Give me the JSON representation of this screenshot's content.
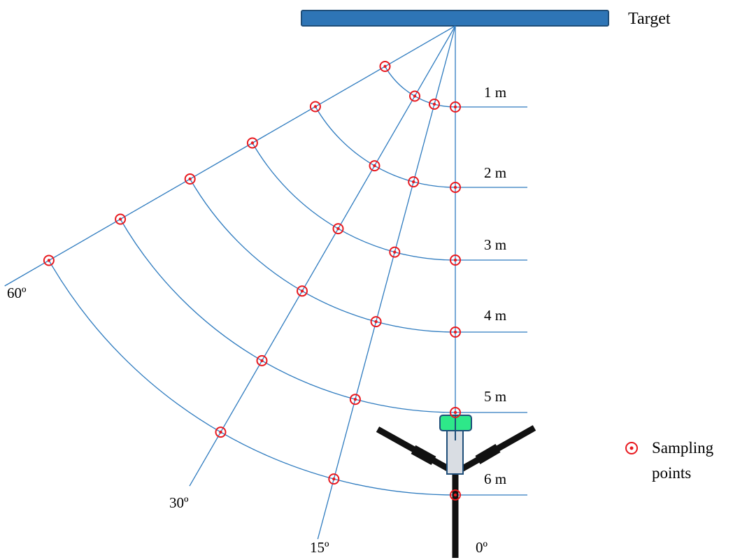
{
  "target_label": "Target",
  "distances": [
    "1 m",
    "2 m",
    "3 m",
    "4 m",
    "5 m",
    "6 m"
  ],
  "angles": [
    "60º",
    "30º",
    "15º",
    "0º"
  ],
  "legend": {
    "line1": "Sampling",
    "line2": "points",
    "icon": "sampling-point-icon"
  },
  "colors": {
    "line": "#2e7bbf",
    "marker": "#e8191f",
    "target_fill": "#2e75b6",
    "target_stroke": "#1f4e79",
    "robot": "#111111",
    "sensor": "#2ee889",
    "mast": "#d9dde3"
  }
}
